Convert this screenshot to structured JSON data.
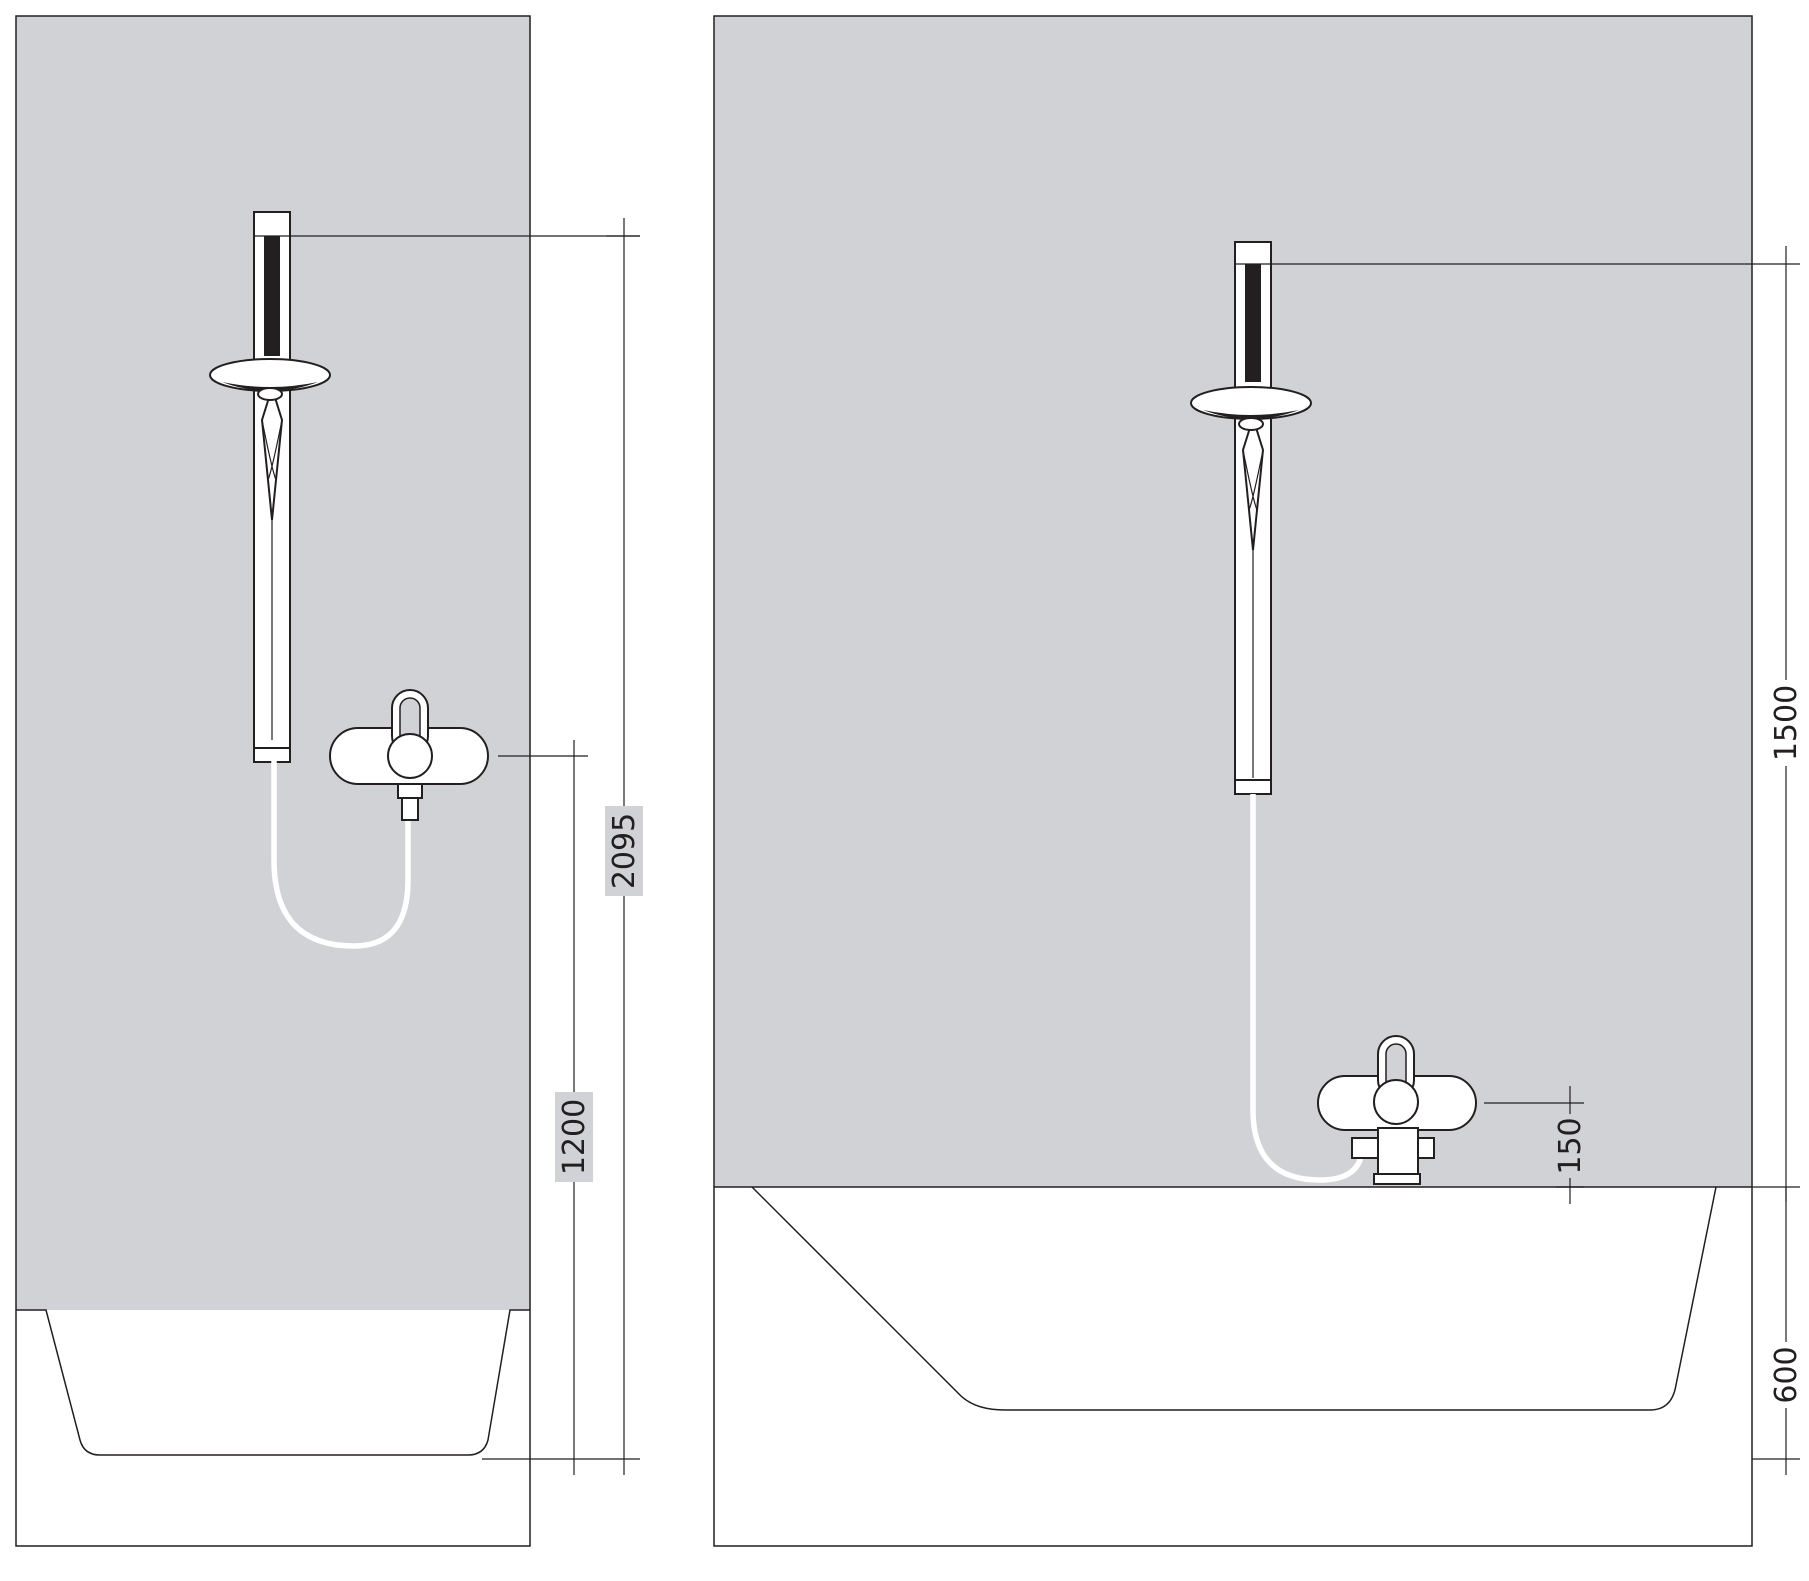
{
  "colors": {
    "wall": "#d1d2d6",
    "line": "#231f20",
    "background": "#ffffff",
    "fixture": "#ffffff"
  },
  "views": [
    {
      "name": "shower-installation",
      "dimensions": [
        {
          "name": "shower-rail-top-height",
          "value": "2095"
        },
        {
          "name": "mixer-height",
          "value": "1200"
        }
      ]
    },
    {
      "name": "bath-installation",
      "dimensions": [
        {
          "name": "rail-top-above-bath-rim",
          "value": "1500"
        },
        {
          "name": "mixer-above-bath-rim",
          "value": "150"
        },
        {
          "name": "bath-rim-height",
          "value": "600"
        }
      ]
    }
  ]
}
